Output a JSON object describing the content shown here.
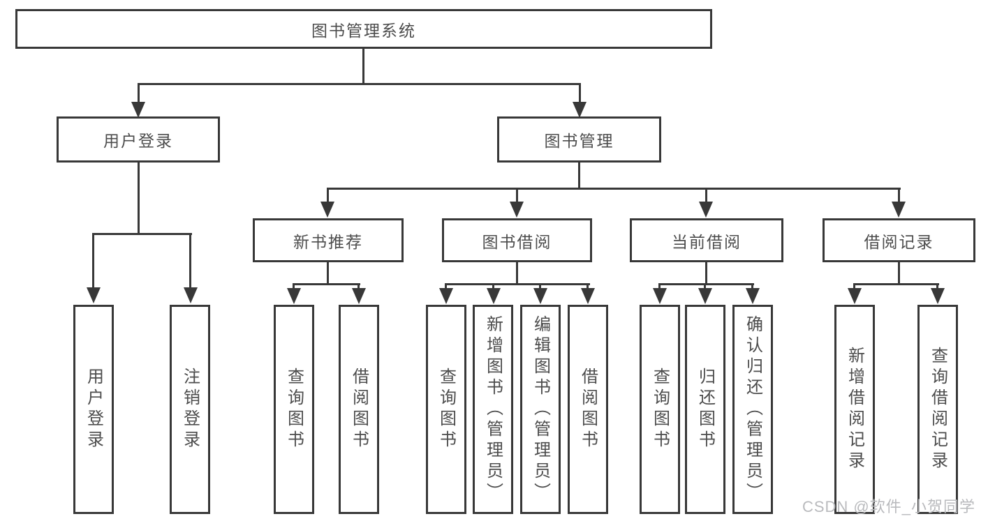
{
  "colors": {
    "line": "#383838",
    "text": "#4c4c4c",
    "watermark": "#b9babd",
    "bg": "#ffffff"
  },
  "nodes": {
    "root": {
      "label": "图书管理系统"
    },
    "level2": [
      {
        "label": "用户登录"
      },
      {
        "label": "图书管理"
      }
    ],
    "level3": [
      {
        "label": "新书推荐"
      },
      {
        "label": "图书借阅"
      },
      {
        "label": "当前借阅"
      },
      {
        "label": "借阅记录"
      }
    ],
    "level4": {
      "userLogin": [
        {
          "label": "用户登录"
        },
        {
          "label": "注销登录"
        }
      ],
      "newBooks": [
        {
          "label": "查询图书"
        },
        {
          "label": "借阅图书"
        }
      ],
      "bookBorrow": [
        {
          "label": "查询图书"
        },
        {
          "label": "新增图书（管理员）"
        },
        {
          "label": "编辑图书（管理员）"
        },
        {
          "label": "借阅图书"
        }
      ],
      "currentBorrow": [
        {
          "label": "查询图书"
        },
        {
          "label": "归还图书"
        },
        {
          "label": "确认归还（管理员）"
        }
      ],
      "records": [
        {
          "label": "新增借阅记录"
        },
        {
          "label": "查询借阅记录"
        }
      ]
    }
  },
  "watermark": {
    "text": "CSDN @软件_小贺同学"
  }
}
